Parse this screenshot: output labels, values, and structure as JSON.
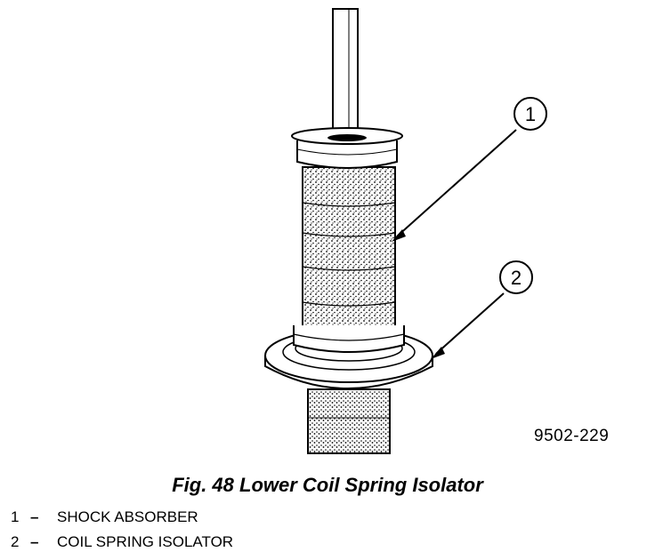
{
  "figure": {
    "callouts": [
      "1",
      "2"
    ],
    "code": "9502-229"
  },
  "caption": "Fig. 48 Lower Coil Spring Isolator",
  "legend": [
    {
      "num": "1",
      "sep": "–",
      "label": "SHOCK ABSORBER"
    },
    {
      "num": "2",
      "sep": "–",
      "label": "COIL SPRING ISOLATOR"
    }
  ]
}
